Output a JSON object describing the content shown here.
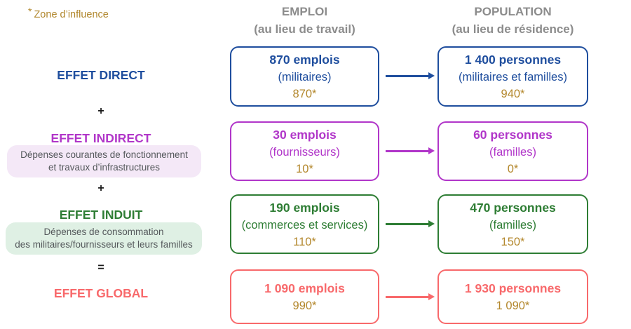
{
  "note": {
    "star": "*",
    "label": "Zone d’influence"
  },
  "columns": [
    {
      "title": "EMPLOI",
      "subtitle": "(au lieu de travail)"
    },
    {
      "title": "POPULATION",
      "subtitle": "(au lieu de résidence)"
    }
  ],
  "rows": [
    {
      "label": "EFFET DIRECT",
      "color": "#1f4e9e",
      "emploi": {
        "value": "870 emplois",
        "detail": "(militaires)",
        "zone": "870*"
      },
      "population": {
        "value": "1 400 personnes",
        "detail": "(militaires et familles)",
        "zone": "940*"
      }
    },
    {
      "operator": "+",
      "label": "EFFET INDIRECT",
      "color": "#b136c9",
      "description": [
        "Dépenses courantes de fonctionnement",
        "et travaux d’infrastructures"
      ],
      "emploi": {
        "value": "30 emplois",
        "detail": "(fournisseurs)",
        "zone": "10*"
      },
      "population": {
        "value": "60 personnes",
        "detail": "(familles)",
        "zone": "0*"
      }
    },
    {
      "operator": "+",
      "label": "EFFET INDUIT",
      "color": "#2e7d34",
      "description": [
        "Dépenses de consommation",
        "des militaires/fournisseurs et leurs familles"
      ],
      "emploi": {
        "value": "190 emplois",
        "detail": "(commerces et services)",
        "zone": "110*"
      },
      "population": {
        "value": "470 personnes",
        "detail": "(familles)",
        "zone": "150*"
      }
    },
    {
      "operator": "=",
      "label": "EFFET GLOBAL",
      "color": "#f8696b",
      "emploi": {
        "value": "1 090 emplois",
        "zone": "990*"
      },
      "population": {
        "value": "1 930 personnes",
        "zone": "1 090*"
      }
    }
  ],
  "colors": {
    "gold_note": "#b0862b",
    "gold_zone_values": "#b3872c",
    "header_gray": "#8c8c8c",
    "pill_purple_bg": "#f4e8f7",
    "pill_green_bg": "#dff0e4",
    "pill_text": "#55595c",
    "operator_black": "#1a1a1a"
  }
}
